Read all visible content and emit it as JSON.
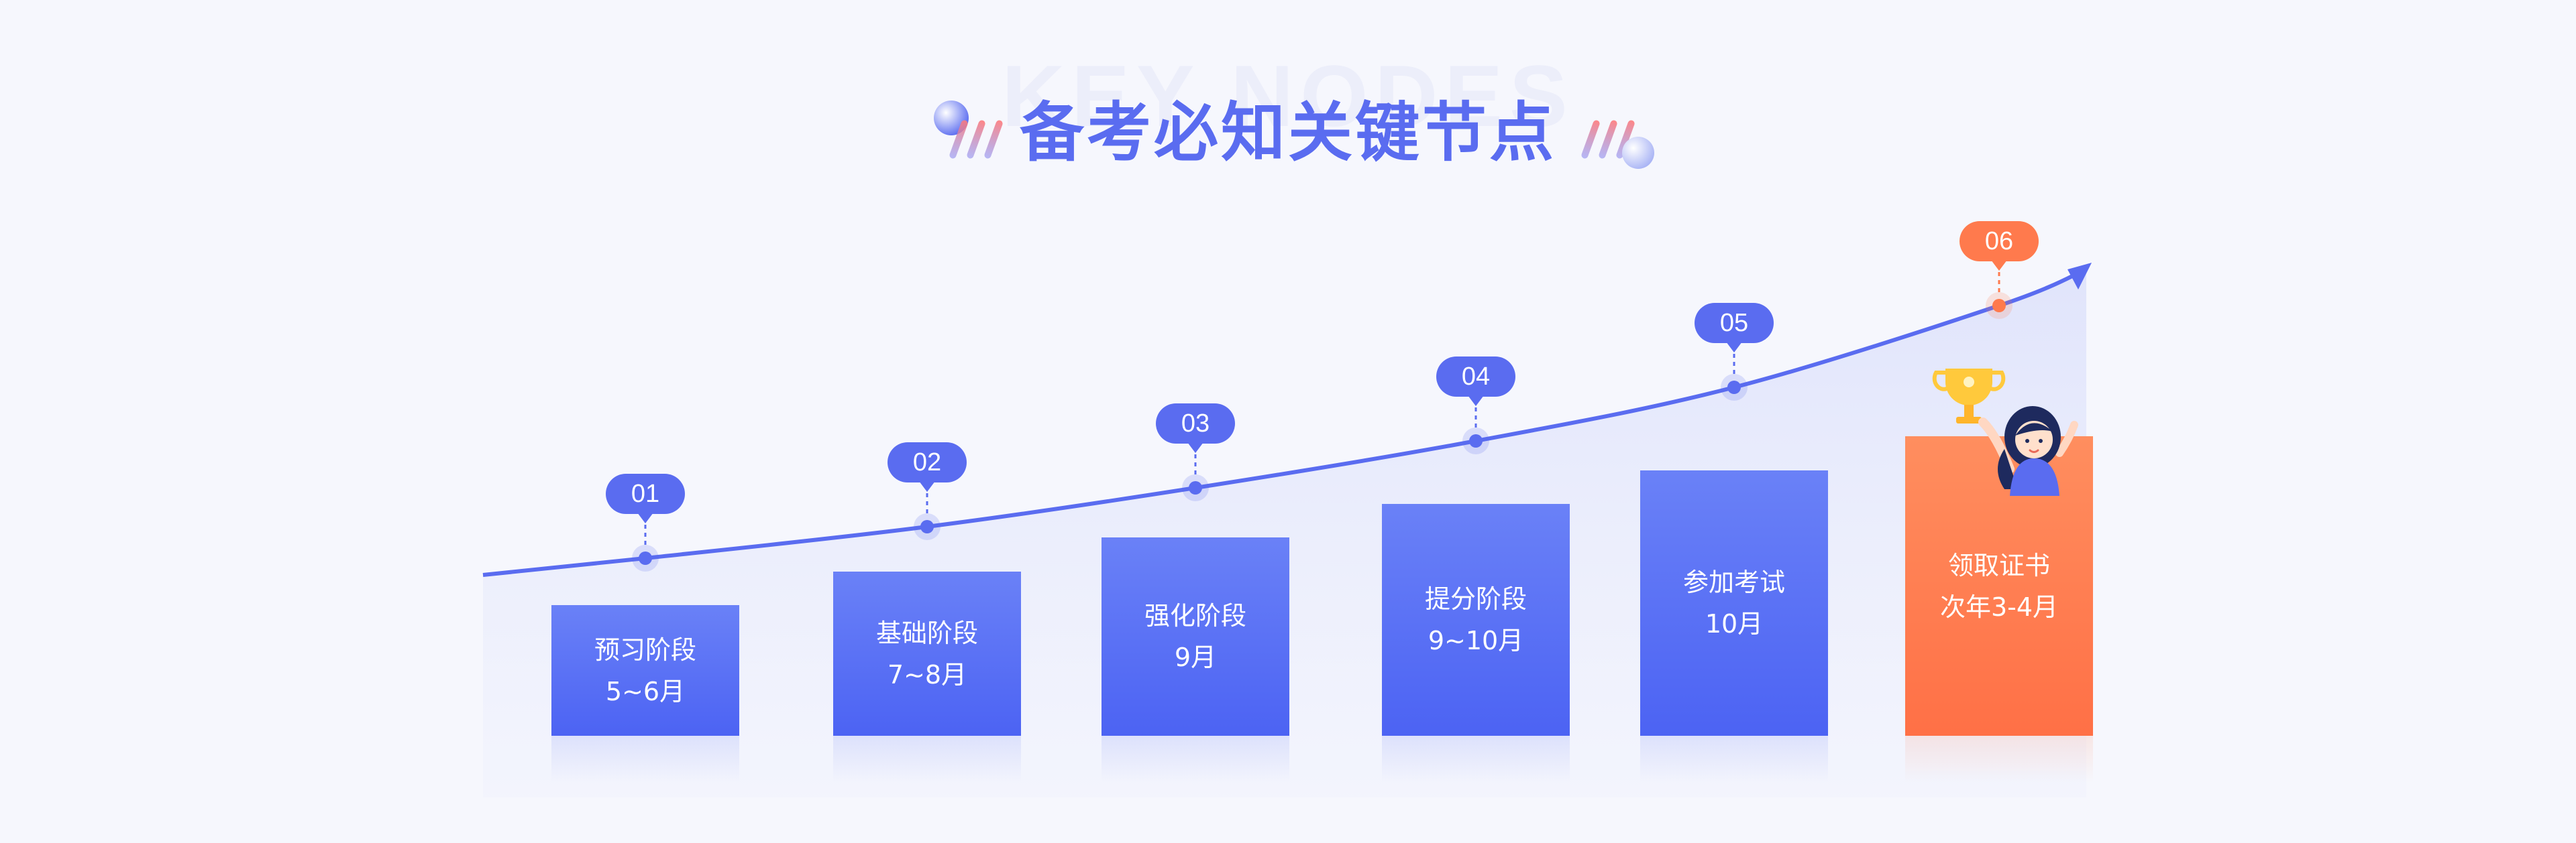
{
  "header": {
    "watermark": "KEY NODES",
    "title": "备考必知关键节点"
  },
  "colors": {
    "primary": "#5a6cf0",
    "accent": "#ff7a4d",
    "area": "#e4e8fb"
  },
  "nodes": [
    {
      "number": "01",
      "label": "预习阶段",
      "period": "5~6月",
      "level": 0.155,
      "highlight": false
    },
    {
      "number": "02",
      "label": "基础阶段",
      "period": "7~8月",
      "level": 0.195,
      "highlight": false
    },
    {
      "number": "03",
      "label": "强化阶段",
      "period": "9月",
      "level": 0.235,
      "highlight": false
    },
    {
      "number": "04",
      "label": "提分阶段",
      "period": "9~10月",
      "level": 0.275,
      "highlight": false
    },
    {
      "number": "05",
      "label": "参加考试",
      "period": "10月",
      "level": 0.315,
      "highlight": false
    },
    {
      "number": "06",
      "label": "领取证书",
      "period": "次年3-4月",
      "level": 0.355,
      "highlight": true
    }
  ]
}
